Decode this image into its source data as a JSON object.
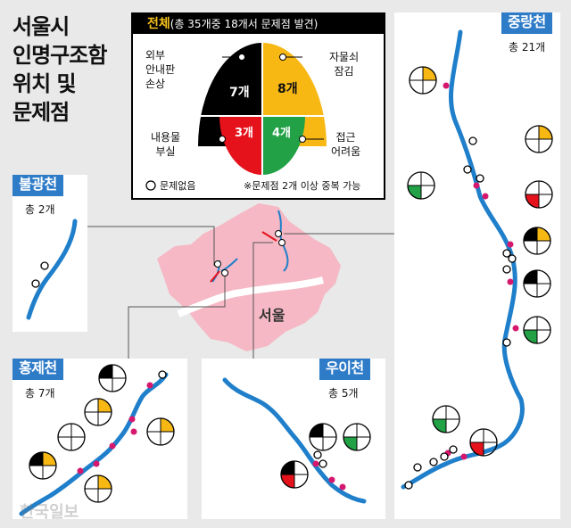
{
  "title_lines": [
    "서울시",
    "인명구조함",
    "위치 및",
    "문제점"
  ],
  "summary": {
    "header_highlight": "전체",
    "header_rest": "(총 35개중 18개서 문제점 발견)",
    "items": [
      {
        "key": "external_damage",
        "label": "외부\n안내판\n손상",
        "count": "7개",
        "color": "#000000"
      },
      {
        "key": "locked",
        "label": "자물쇠\n잠김",
        "count": "8개",
        "color": "#f7b814"
      },
      {
        "key": "contents_lacking",
        "label": "내용물\n부실",
        "count": "3개",
        "color": "#e5121b"
      },
      {
        "key": "hard_access",
        "label": "접근\n어려움",
        "count": "4개",
        "color": "#22a146"
      }
    ],
    "legend_no_problem": "문제없음",
    "legend_note": "※문제점 2개 이상 중복 가능"
  },
  "colors": {
    "river": "#1f7fca",
    "marker": "#d6176e",
    "seoul": "#f5b8c4",
    "accent_blue": "#2e7bc8"
  },
  "seoul_label": "서울",
  "panels": {
    "bulgwang": {
      "label": "불광천",
      "count": "총 2개"
    },
    "hongje": {
      "label": "홍제천",
      "count": "총 7개"
    },
    "ui": {
      "label": "우이천",
      "count": "총 5개"
    },
    "jungnang": {
      "label": "중랑천",
      "count": "총 21개"
    }
  },
  "watermark": "한국일보"
}
